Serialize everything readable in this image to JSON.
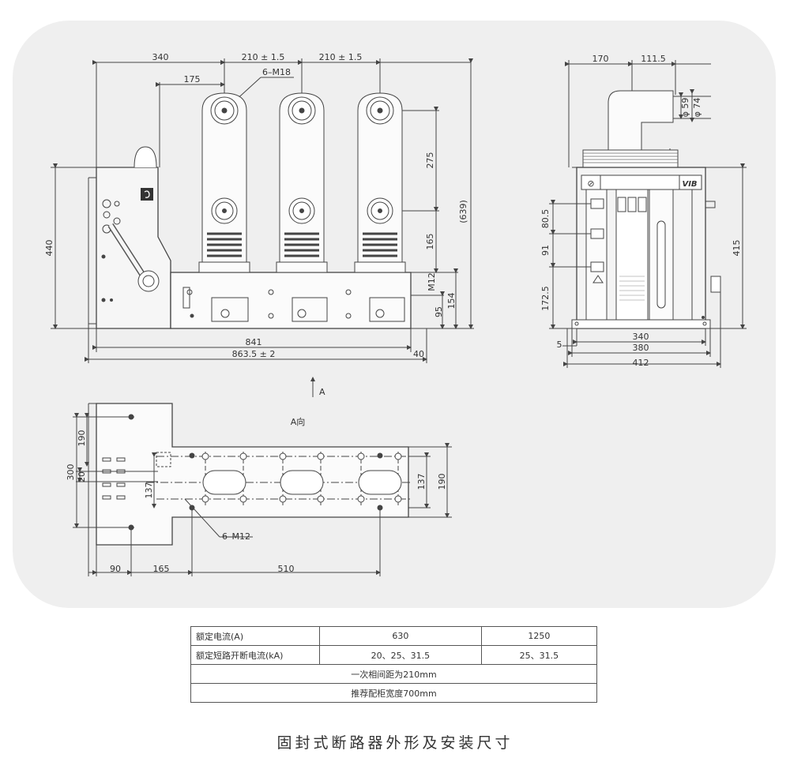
{
  "front_view": {
    "dims": {
      "d340": "340",
      "d210a": "210 ± 1.5",
      "d210b": "210 ± 1.5",
      "d175": "175",
      "m18": "6–M18",
      "d275": "275",
      "d639": "(639)",
      "d165": "165",
      "m12": "M12",
      "d154": "154",
      "d95": "95",
      "d440": "440",
      "d841": "841",
      "d863": "863.5 ± 2",
      "d40": "40"
    }
  },
  "side_view": {
    "dims": {
      "d170": "170",
      "d111": "111.5",
      "phi59": "φ 59",
      "phi74": "φ 74",
      "d80": "80.5",
      "d91": "91",
      "d172": "172.5",
      "d415": "415",
      "d340": "340",
      "d5": "5",
      "d380": "380",
      "d412": "412"
    },
    "logo": "VIB"
  },
  "arrow_label": "A",
  "bottom_view": {
    "title": "A向",
    "dims": {
      "d190l": "190",
      "d300": "300",
      "d20": "20",
      "d137l": "137",
      "d137r": "137",
      "d190r": "190",
      "m12": "6–M12",
      "d90": "90",
      "d165": "165",
      "d510": "510"
    }
  },
  "spec_table": {
    "r1": {
      "label": "额定电流(A)",
      "v1": "630",
      "v2": "1250"
    },
    "r2": {
      "label": "额定短路开断电流(kA)",
      "v1": "20、25、31.5",
      "v2": "25、31.5"
    },
    "r3": "一次相间距为210mm",
    "r4": "推荐配柜宽度700mm"
  },
  "caption": "固封式断路器外形及安装尺寸"
}
